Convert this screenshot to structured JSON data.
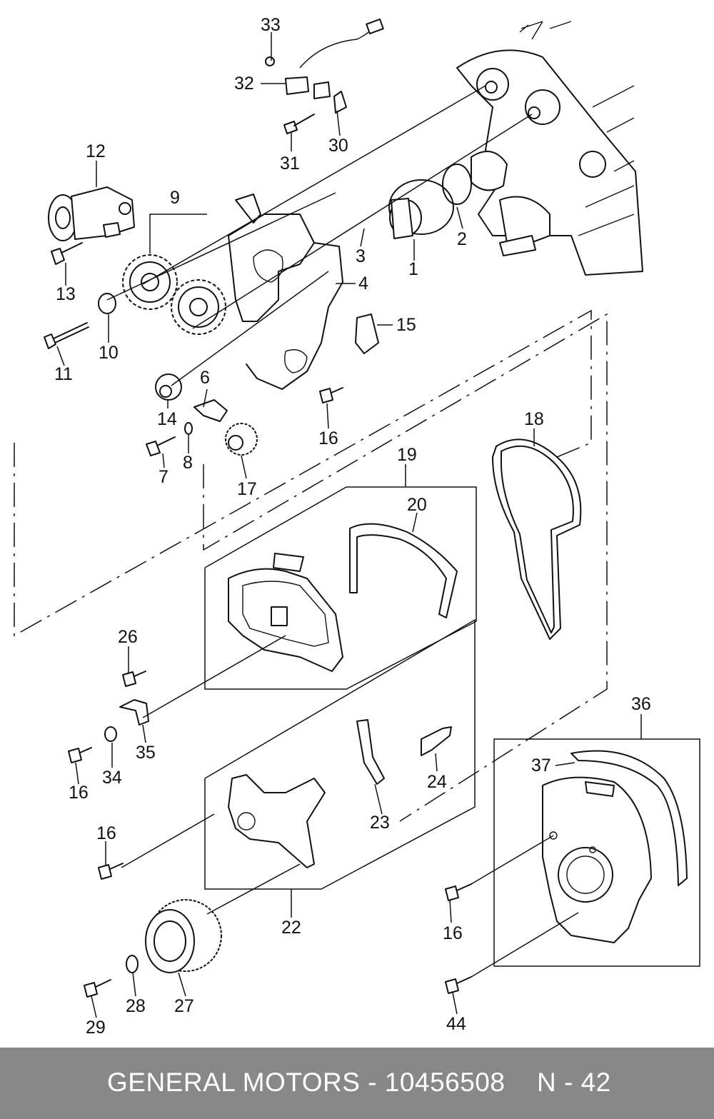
{
  "footer": {
    "title": "GENERAL MOTORS - 10456508",
    "page": "N - 42"
  },
  "callouts": {
    "c1": "1",
    "c2": "2",
    "c3": "3",
    "c4": "4",
    "c6": "6",
    "c7": "7",
    "c8": "8",
    "c9": "9",
    "c10": "10",
    "c11": "11",
    "c12": "12",
    "c13": "13",
    "c14": "14",
    "c15": "15",
    "c16a": "16",
    "c16b": "16",
    "c16c": "16",
    "c16d": "16",
    "c17": "17",
    "c18": "18",
    "c19": "19",
    "c20": "20",
    "c22": "22",
    "c23": "23",
    "c24": "24",
    "c26": "26",
    "c27": "27",
    "c28": "28",
    "c29": "29",
    "c30": "30",
    "c31": "31",
    "c32": "32",
    "c33": "33",
    "c34": "34",
    "c35": "35",
    "c36": "36",
    "c37": "37",
    "c44": "44"
  }
}
